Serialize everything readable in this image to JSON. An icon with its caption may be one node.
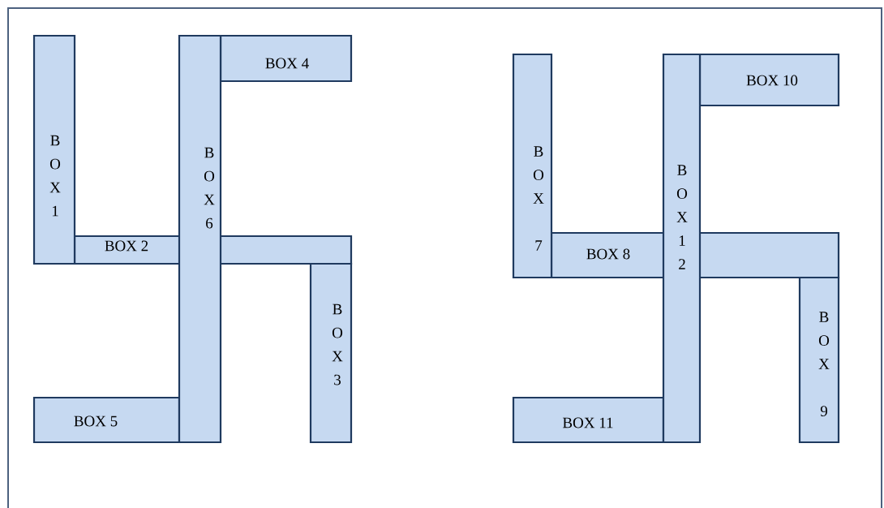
{
  "diagram": {
    "nodes": [
      {
        "text": [
          "BOX 1"
        ]
      },
      {
        "text": [
          "BOX 2"
        ]
      },
      {
        "text": [
          "BOX 3"
        ]
      },
      {
        "text": [
          "BOX 4"
        ]
      },
      {
        "text": [
          "BOX 5"
        ]
      },
      {
        "text": [
          "BOX 6"
        ]
      },
      {
        "text": [
          "BOX 7"
        ]
      },
      {
        "text": [
          "BOX 8"
        ]
      },
      {
        "text": [
          "BOX 9"
        ]
      },
      {
        "text": [
          "BOX 10"
        ]
      },
      {
        "text": [
          "BOX 11"
        ]
      },
      {
        "text": [
          "BOX 12"
        ]
      }
    ]
  }
}
